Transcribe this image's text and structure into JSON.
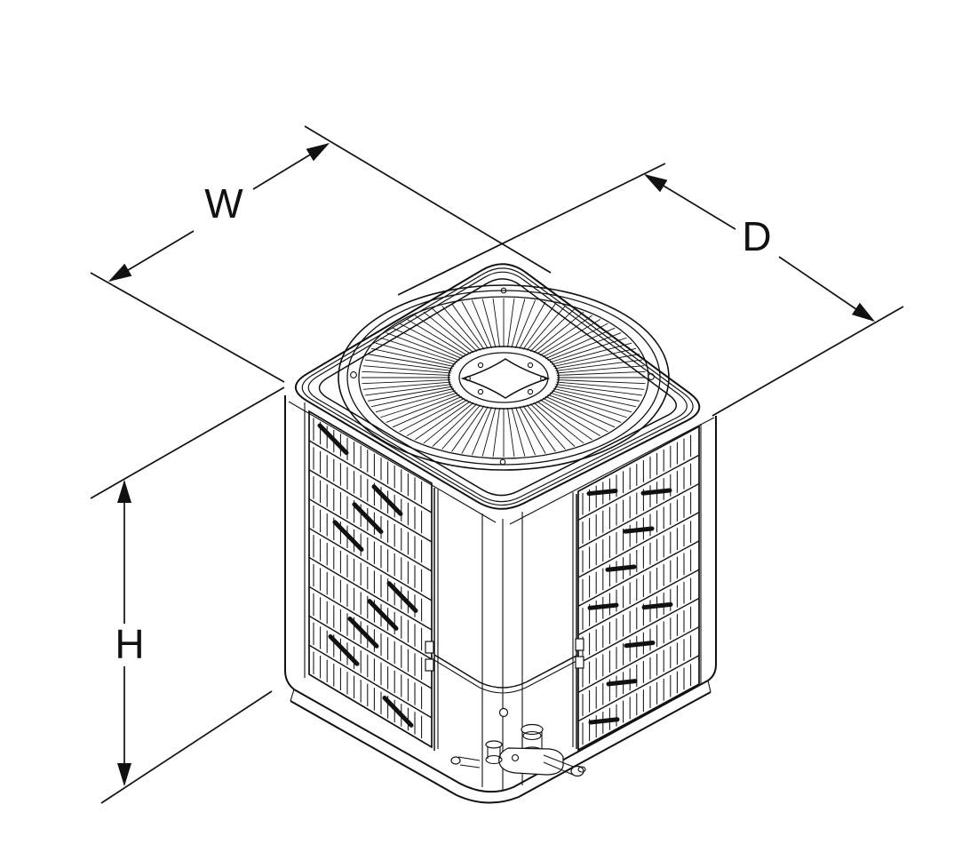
{
  "diagram": {
    "subject": "air-conditioner-condenser-isometric-line-drawing",
    "background": "#ffffff",
    "line_color": "#111111",
    "dimensions": {
      "width": {
        "label": "W"
      },
      "depth": {
        "label": "D"
      },
      "height": {
        "label": "H"
      }
    },
    "drawing": {
      "fan_spoke_count": 84,
      "louver_rows_per_side": 9,
      "louver_side_panels": 2
    }
  }
}
